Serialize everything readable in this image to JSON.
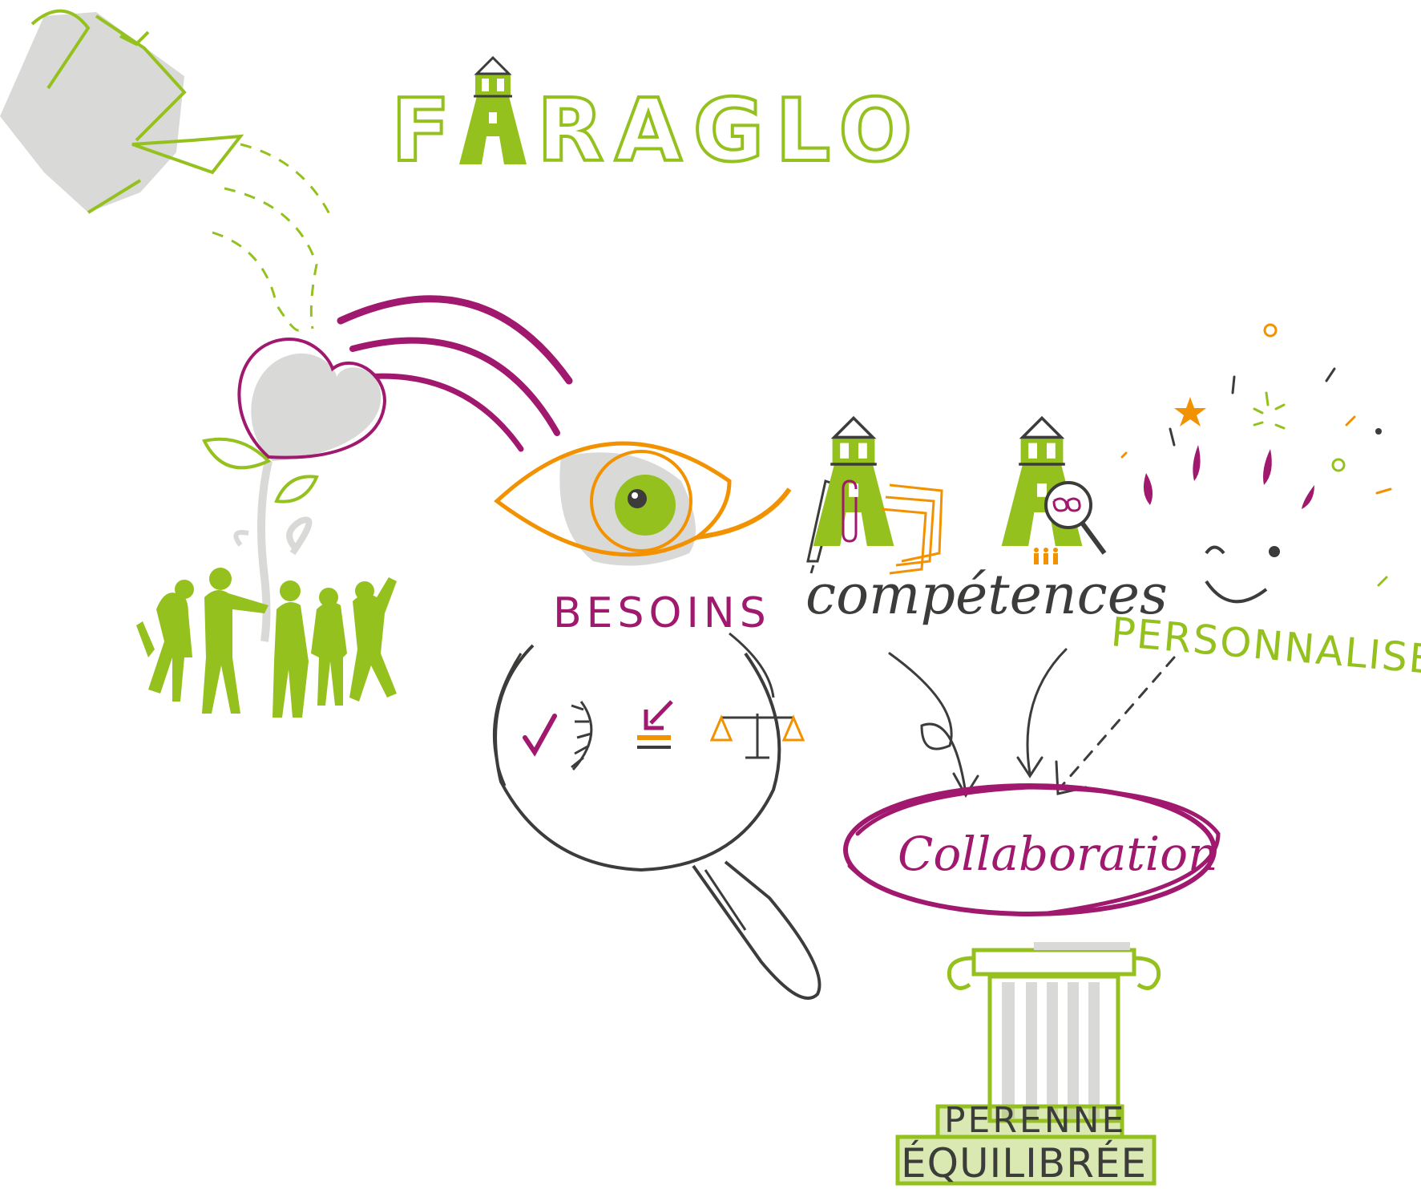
{
  "title": {
    "prefix": "F",
    "suffix": "RAGLO"
  },
  "labels": {
    "besoins": "BESOINS",
    "competences": "compétences",
    "personnalisees": "PERSONNALISÉES",
    "collaboration": "Collaboration",
    "perenne": "PERENNE",
    "equilibree": "ÉQUILIBRÉE"
  },
  "colors": {
    "green": "#95c11f",
    "magenta": "#a0196e",
    "orange": "#f39200",
    "dark": "#3c3c3b",
    "grey": "#d9d9d7"
  },
  "icons": [
    "watering-can-icon",
    "lighthouse-icon",
    "heart-icon",
    "plant-icon",
    "people-group-icon",
    "eye-icon",
    "magnifier-icon",
    "checkmark-icon",
    "laurel-icon",
    "arrow-down-icon",
    "scales-icon",
    "pen-icon",
    "paperclip-icon",
    "documents-icon",
    "glasses-icon",
    "smiley-face-icon",
    "star-icon",
    "column-icon"
  ]
}
